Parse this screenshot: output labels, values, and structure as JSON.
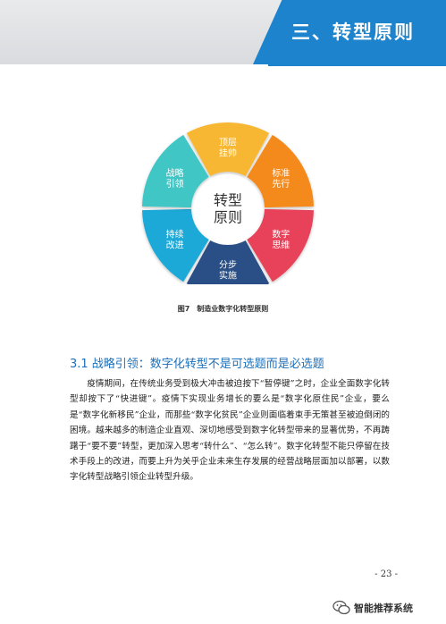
{
  "header": {
    "title": "三、转型原则"
  },
  "diagram": {
    "center": [
      "转型",
      "原则"
    ],
    "segments": [
      {
        "lines": [
          "顶层",
          "挂帅"
        ],
        "color": "#f7b733"
      },
      {
        "lines": [
          "标准",
          "先行"
        ],
        "color": "#f58a1f"
      },
      {
        "lines": [
          "数字",
          "思维"
        ],
        "color": "#e8435a"
      },
      {
        "lines": [
          "分步",
          "实施"
        ],
        "color": "#2c4f86"
      },
      {
        "lines": [
          "持续",
          "改进"
        ],
        "color": "#1ea9d8"
      },
      {
        "lines": [
          "战略",
          "引领"
        ],
        "color": "#3fc7c5"
      }
    ]
  },
  "caption": "图7　制造业数字化转型原则",
  "section": {
    "heading": "3.1 战略引领：数字化转型不是可选题而是必选题",
    "body": "疫情期间，在传统业务受到极大冲击被迫按下“暂停键”之时，企业全面数字化转型却按下了“快进键”。疫情下实现业务增长的要么是“数字化原住民”企业，要么是“数字化新移民”企业，而那些“数字化贫民”企业则面临着束手无策甚至被迫倒闭的困境。越来越多的制造企业直观、深切地感受到数字化转型带来的显著优势，不再踌躇于“要不要”转型，更加深入思考“转什么”、“怎么转”。数字化转型不能只停留在技术手段上的改进，而要上升为关乎企业未来生存发展的经营战略层面加以部署，以数字化转型战略引领企业转型升级。"
  },
  "footer": {
    "page_number": "- 23 -",
    "watermark": "智能推荐系统"
  }
}
